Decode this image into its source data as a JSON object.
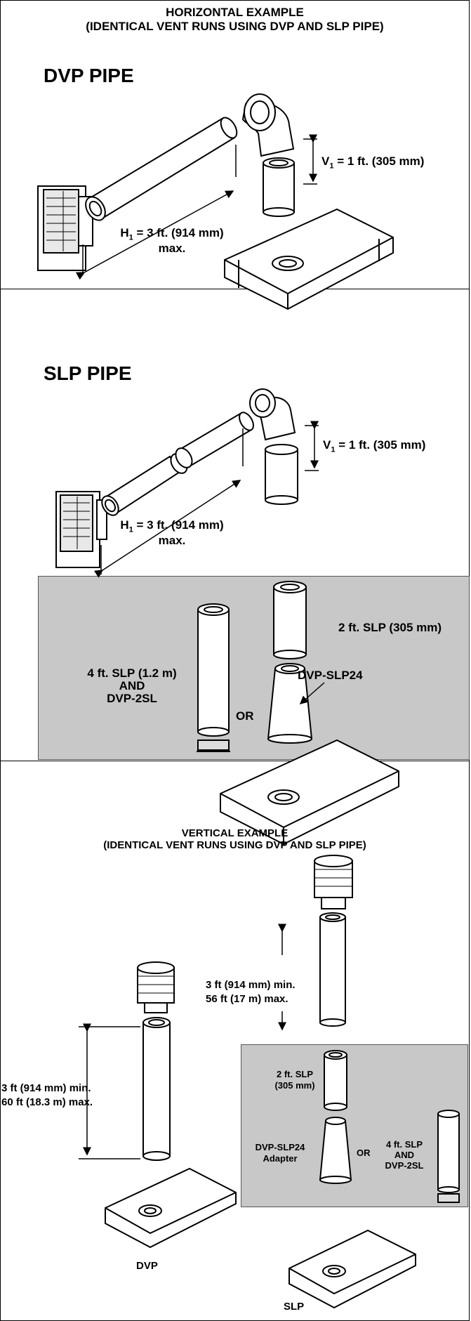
{
  "horizontal": {
    "title_line1": "HORIZONTAL EXAMPLE",
    "title_line2": "(IDENTICAL VENT RUNS USING DVP AND SLP PIPE)",
    "dvp": {
      "heading": "DVP PIPE",
      "v1_label": "V",
      "v1_sub": "1",
      "v1_value": " = 1 ft. (305 mm)",
      "h1_label": "H",
      "h1_sub": "1",
      "h1_value": " = 3 ft. (914 mm)",
      "h1_max": "max."
    },
    "slp": {
      "heading": "SLP PIPE",
      "v1_label": "V",
      "v1_sub": "1",
      "v1_value": " = 1 ft. (305 mm)",
      "h1_label": "H",
      "h1_sub": "1",
      "h1_value": " = 3 ft. (914 mm)",
      "h1_max": "max.",
      "inset": {
        "two_ft": "2 ft. SLP (305 mm)",
        "four_ft_line1": "4 ft. SLP  (1.2 m)",
        "four_ft_line2": "AND",
        "four_ft_line3": "DVP-2SL",
        "or": "OR",
        "adapter": "DVP-SLP24"
      }
    }
  },
  "vertical": {
    "title_line1": "VERTICAL EXAMPLE",
    "title_line2": "(IDENTICAL VENT RUNS USING DVP AND SLP PIPE)",
    "dvp_range_line1": "3 ft (914 mm) min.",
    "dvp_range_line2": "60 ft (18.3 m) max.",
    "slp_range_line1": "3 ft (914 mm) min.",
    "slp_range_line2": "56 ft (17 m) max.",
    "two_ft_line1": "2 ft. SLP",
    "two_ft_line2": "(305 mm)",
    "adapter_line1": "DVP-SLP24",
    "adapter_line2": "Adapter",
    "or": "OR",
    "four_ft_line1": "4 ft. SLP",
    "four_ft_line2": "AND",
    "four_ft_line3": "DVP-2SL",
    "dvp_caption": "DVP",
    "slp_caption": "SLP"
  }
}
